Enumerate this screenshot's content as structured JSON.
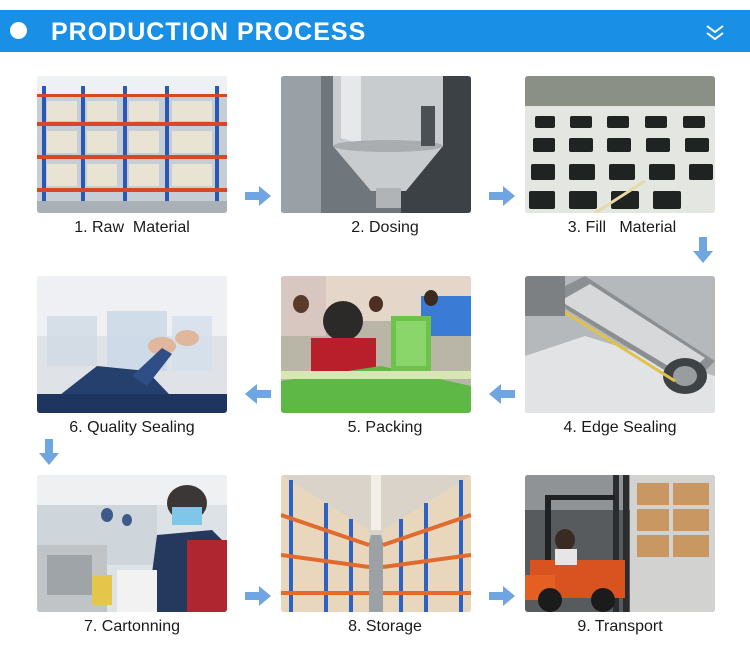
{
  "header": {
    "title": "PRODUCTION PROCESS",
    "chevron_icon": "double-chevron-down-icon",
    "bg_color": "#1a8fe6"
  },
  "arrow_color": "#6fa5e0",
  "steps": [
    {
      "label": "1. Raw  Material",
      "image": "warehouse-racks"
    },
    {
      "label": "2. Dosing",
      "image": "steel-dosing-hopper"
    },
    {
      "label": "3. Fill   Material",
      "image": "filled-trays"
    },
    {
      "label": "6. Quality Sealing",
      "image": "quality-sealing-hands"
    },
    {
      "label": "5. Packing",
      "image": "packing-workers"
    },
    {
      "label": "4. Edge Sealing",
      "image": "edge-sealing-machine"
    },
    {
      "label": "7. Cartonning",
      "image": "cartonning-worker"
    },
    {
      "label": "8. Storage",
      "image": "storage-aisle"
    },
    {
      "label": "9. Transport",
      "image": "forklift-transport"
    }
  ]
}
